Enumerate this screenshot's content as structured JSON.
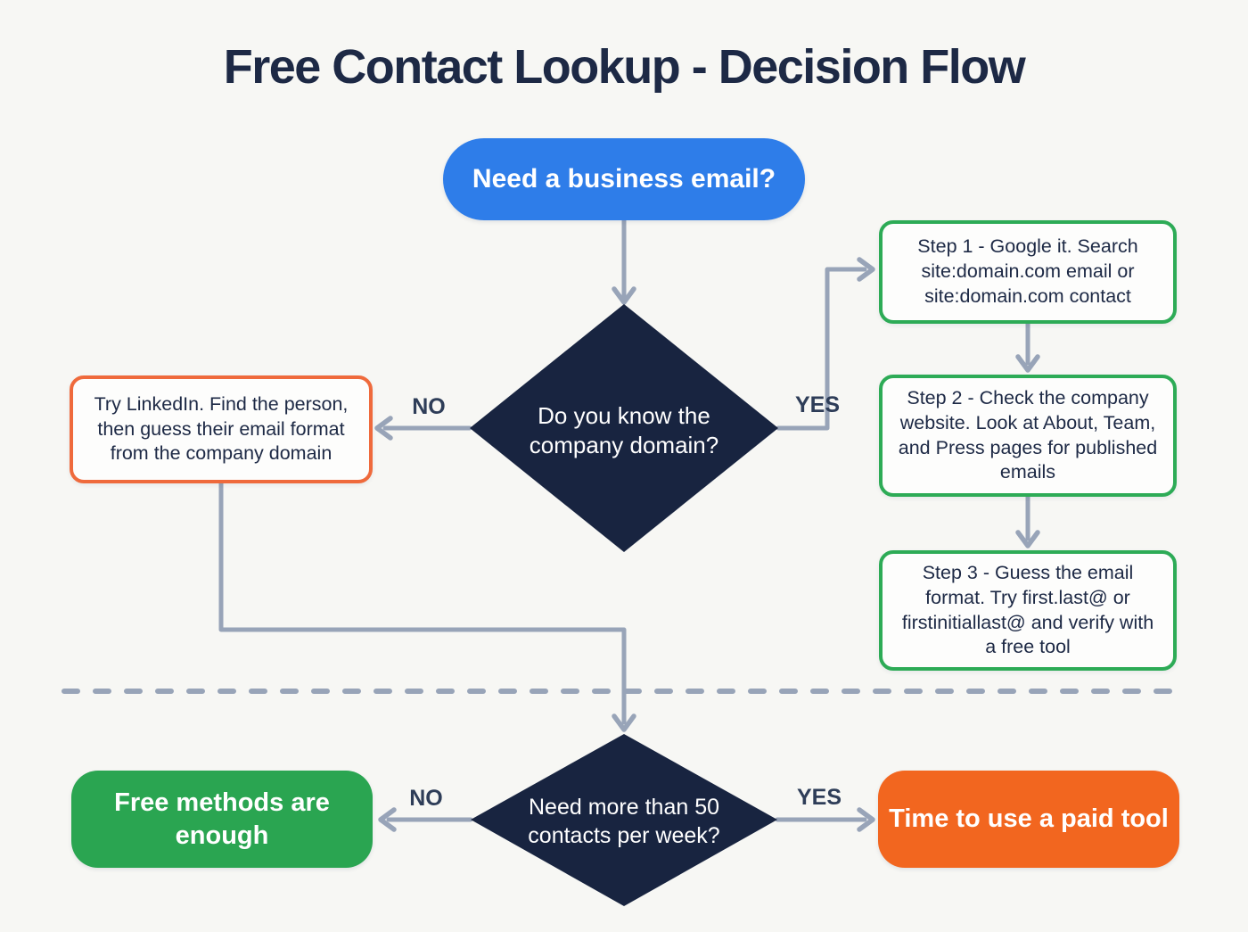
{
  "title": "Free Contact Lookup - Decision Flow",
  "colors": {
    "bg": "#f7f7f4",
    "ink": "#1d2945",
    "blue": "#2e7de9",
    "navy": "#182440",
    "green": "#2aa551",
    "green-border": "#2dab56",
    "orange": "#f2661f",
    "orange-border": "#ef6a3c",
    "line": "#98a4b8",
    "label": "#2e3d58",
    "box-bg": "#fdfdfc"
  },
  "nodes": {
    "start": "Need a business email?",
    "decision1": "Do you know the company domain?",
    "linkedin": "Try LinkedIn. Find the person, then guess their email format from the company domain",
    "step1": "Step 1 - Google it. Search site:domain.com email or site:domain.com contact",
    "step2": "Step 2 - Check the company website. Look at About, Team, and Press pages for published emails",
    "step3": "Step 3 - Guess the email format. Try first.last@ or firstinitiallast@ and verify with a free tool",
    "decision2": "Need more than 50 contacts per week?",
    "outcome_free": "Free methods are enough",
    "outcome_paid": "Time to use a paid tool"
  },
  "edges": {
    "decision1_no": "NO",
    "decision1_yes": "YES",
    "decision2_no": "NO",
    "decision2_yes": "YES"
  }
}
